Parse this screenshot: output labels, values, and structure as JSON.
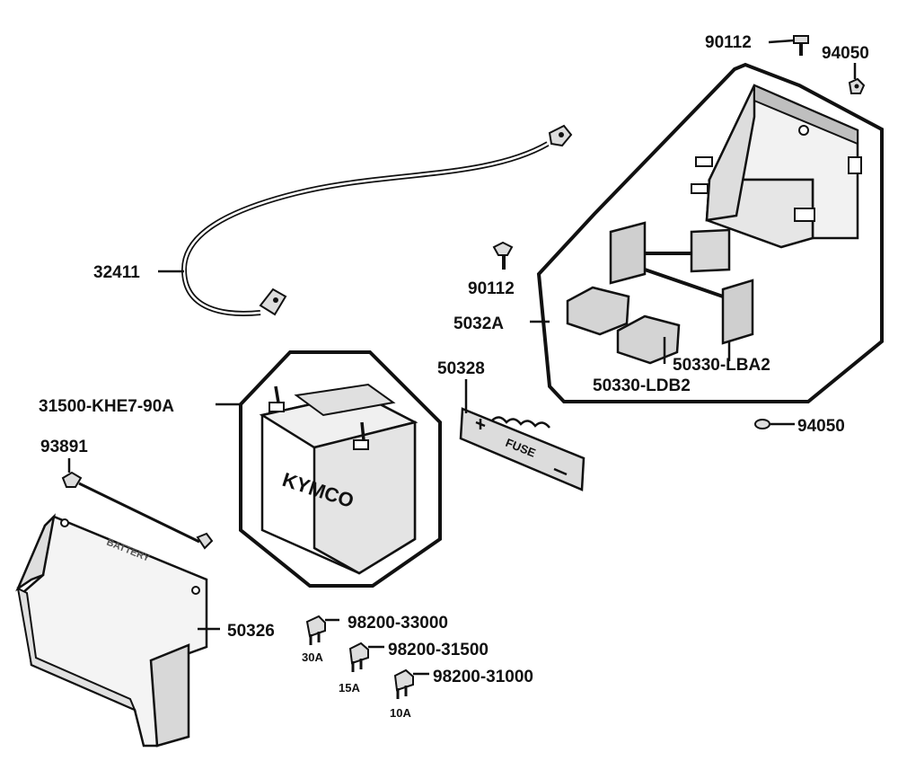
{
  "parts": {
    "p90112_top": "90112",
    "p94050_top": "94050",
    "p32411": "32411",
    "p90112_mid": "90112",
    "p5032A": "5032A",
    "p50328": "50328",
    "p50330_LBA2": "50330-LBA2",
    "p50330_LDB2": "50330-LDB2",
    "p94050_mid": "94050",
    "p31500": "31500-KHE7-90A",
    "p93891": "93891",
    "p50326": "50326",
    "p98200_33000": "98200-33000",
    "p98200_31500": "98200-31500",
    "p98200_31000": "98200-31000"
  },
  "fuse_ratings": {
    "f30": "30A",
    "f15": "15A",
    "f10": "10A"
  },
  "battery_markings": {
    "brand": "KYMCO",
    "fuse_strip": "FUSE",
    "cover_text": "BATTERY"
  },
  "colors": {
    "ink": "#111111",
    "paper": "#ffffff",
    "shade": "#d9d9d9"
  }
}
